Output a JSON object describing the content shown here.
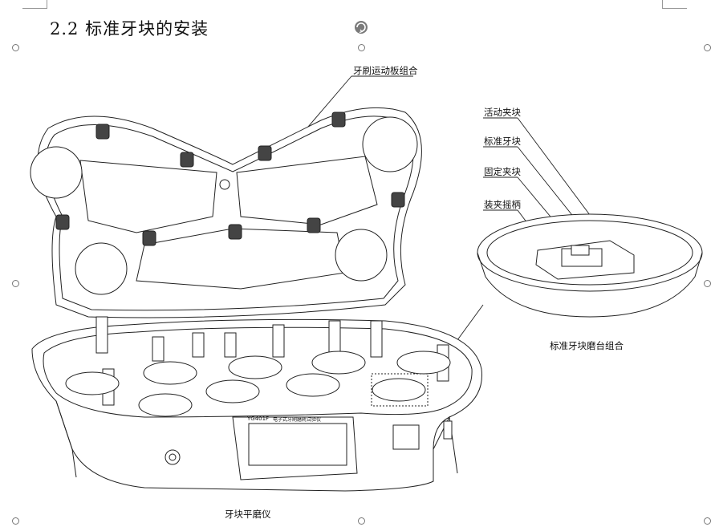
{
  "section_title": "2.2 标准牙块的安装",
  "labels": {
    "brush_plate": "牙刷运动板组合",
    "movable_clamp": "活动夹块",
    "standard_block": "标准牙块",
    "fixed_clamp": "固定夹块",
    "clamp_handle": "装夹摇柄",
    "grinding_table": "标准牙块磨台组合",
    "machine": "牙块平磨仪"
  },
  "device": {
    "model": "YG401F",
    "panel_caption": "电子式牙刷磨耗试验仪"
  },
  "icons": {
    "rotate_handle": "rotate-icon"
  }
}
